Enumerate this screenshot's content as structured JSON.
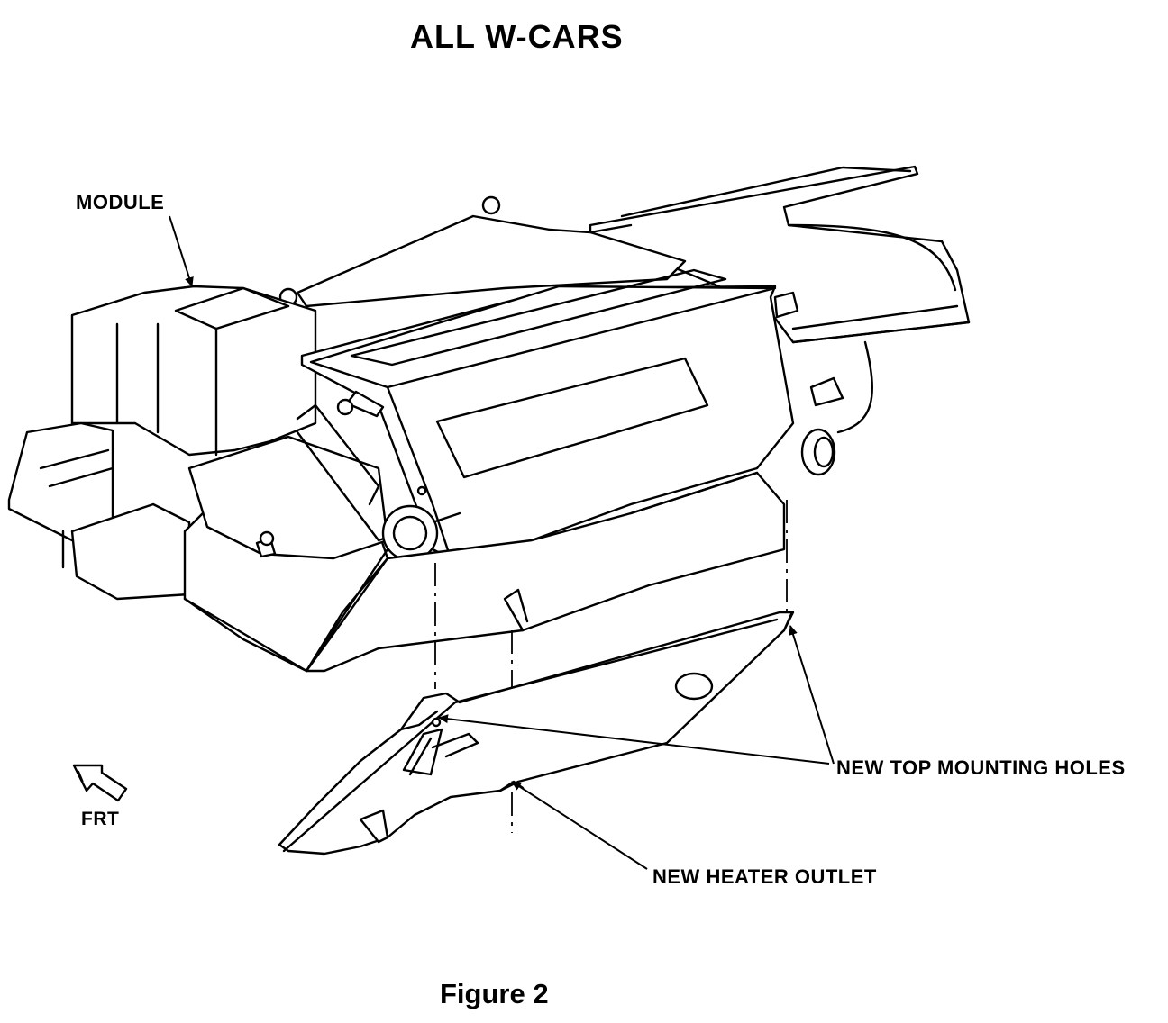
{
  "title": "ALL W-CARS",
  "caption": "Figure 2",
  "labels": {
    "module": "MODULE",
    "top_mounting_holes": "NEW TOP MOUNTING HOLES",
    "heater_outlet": "NEW HEATER OUTLET",
    "front": "FRT"
  },
  "icons": [
    "front-direction-arrow-icon"
  ]
}
